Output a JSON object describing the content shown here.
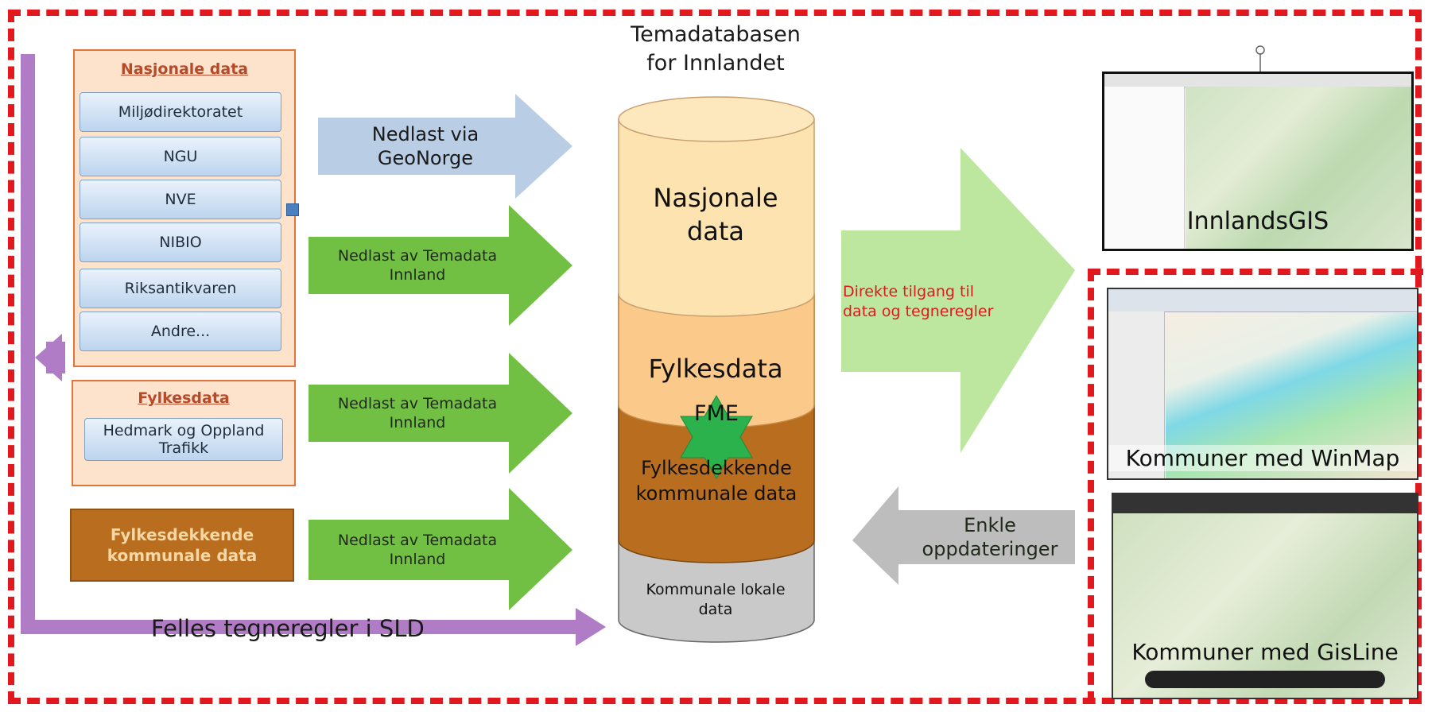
{
  "database_title": "Temadatabasen\nfor Innlandet",
  "national_box": {
    "header": "Nasjonale data",
    "items": [
      "Miljødirektoratet",
      "NGU",
      "NVE",
      "NIBIO",
      "Riksantikvaren",
      "Andre..."
    ]
  },
  "county_box": {
    "header": "Fylkesdata",
    "item": "Hedmark og Oppland Trafikk"
  },
  "municipal_box": {
    "label": "Fylkesdekkende kommunale data"
  },
  "arrows": {
    "geonorge": "Nedlast via GeoNorge",
    "national": "Nedlast av Temadata Innland",
    "county": "Nedlast av Temadata Innland",
    "municipal": "Nedlast av Temadata Innland",
    "direct_access": "Direkte tilgang til data og tegneregler",
    "simple_updates": "Enkle oppdateringer",
    "sld": "Felles tegneregler i SLD"
  },
  "cylinder": {
    "national": "Nasjonale data",
    "county": "Fylkesdata",
    "fme": "FME",
    "county_municipal": "Fylkesdekkende kommunale data",
    "local": "Kommunale lokale data"
  },
  "screenshots": {
    "innlandsgis": "InnlandsGIS",
    "winmap": "Kommuner med WinMap",
    "gisline": "Kommuner med GisLine"
  },
  "colors": {
    "dash_red": "#e1191f",
    "green_arrow": "#72c043",
    "blue_arrow": "#b9cde5",
    "purple": "#b07cc6",
    "cyl_top": "#fde3b0",
    "cyl_mid": "#fbc98a",
    "cyl_brown": "#b86e1e",
    "cyl_grey": "#bdbdbd"
  }
}
